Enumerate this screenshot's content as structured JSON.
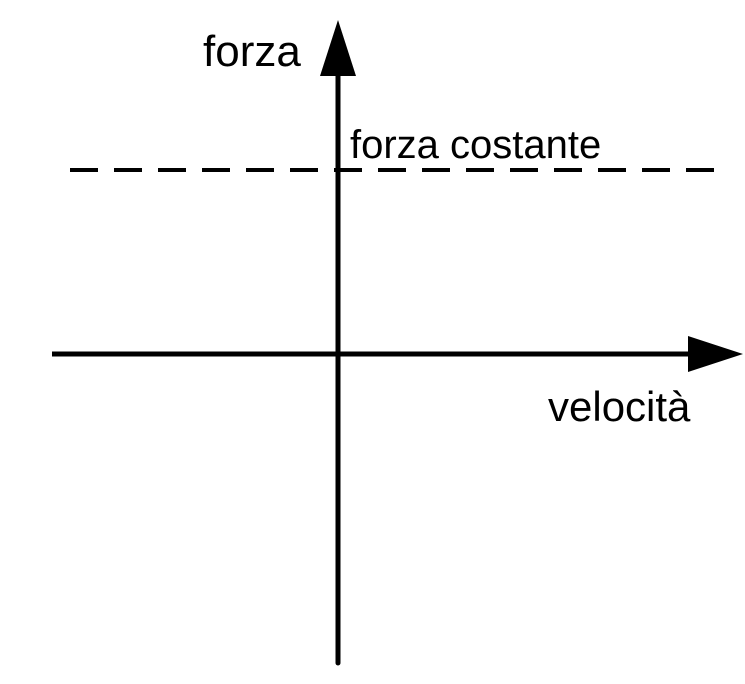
{
  "diagram": {
    "y_axis_label": "forza",
    "x_axis_label": "velocità",
    "constant_line_label": "forza costante",
    "line_color": "#000000"
  }
}
